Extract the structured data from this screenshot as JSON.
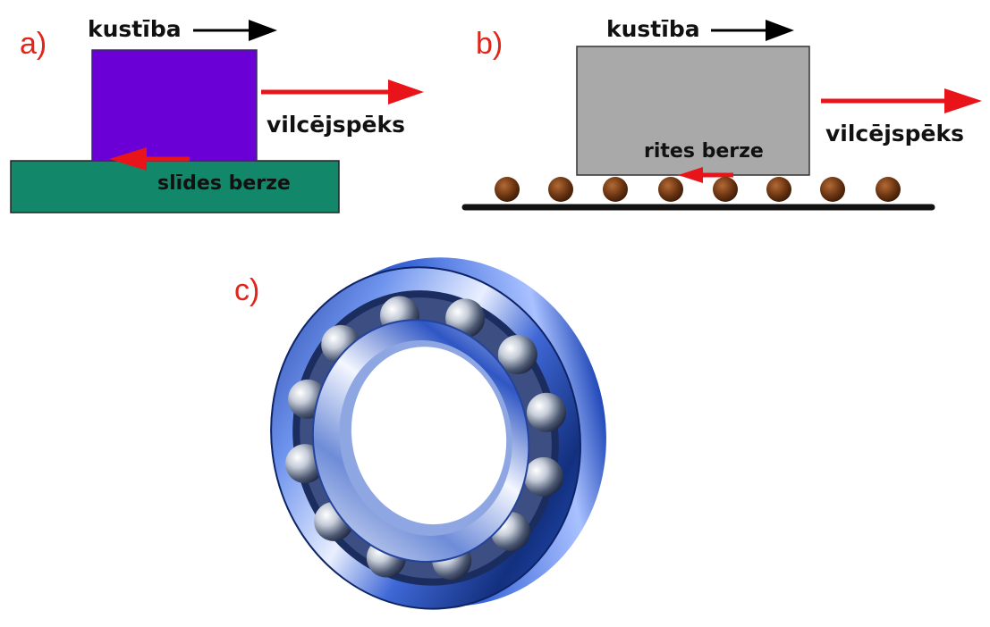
{
  "panels": {
    "a": {
      "label": "a)",
      "motion_label": "kustība",
      "pull_force_label": "vilcējspēks",
      "friction_label": "slīdes berze"
    },
    "b": {
      "label": "b)",
      "motion_label": "kustība",
      "pull_force_label": "vilcējspēks",
      "friction_label": "rites berze"
    },
    "c": {
      "label": "c)"
    }
  },
  "colors": {
    "label_red": "#e0261b",
    "force_arrow_red": "#e8141a",
    "block_a_purple": "#6a00d6",
    "ground_a_green": "#13876a",
    "block_b_gray": "#a9a9a9",
    "roller_brown": "#6b3512",
    "bearing_blue": "#2a5bd7"
  }
}
